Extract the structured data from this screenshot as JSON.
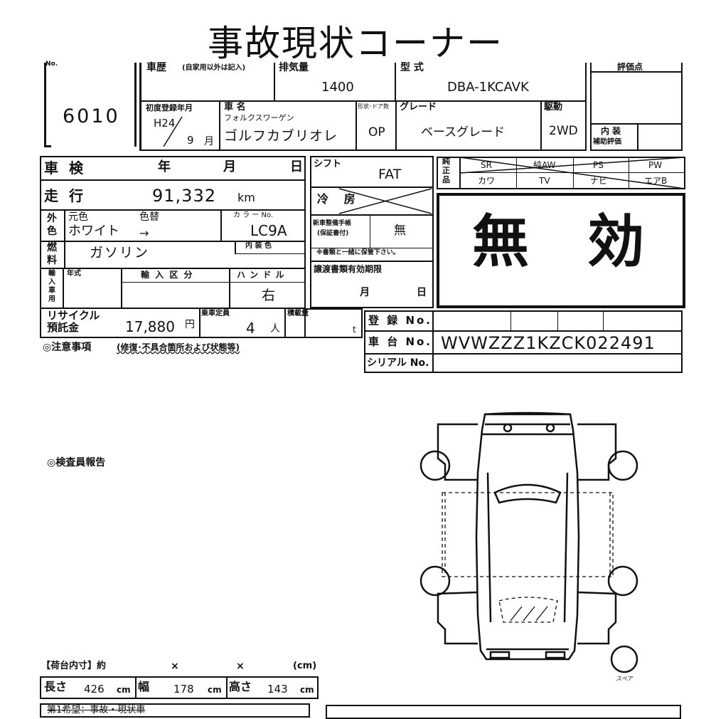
{
  "title": "事故現状コーナー",
  "lot": {
    "label": "No.",
    "number": "6010"
  },
  "history": {
    "label": "車歴",
    "note": "(自家用以外は記入)"
  },
  "displacement": {
    "label": "排気量",
    "value": "1400"
  },
  "model": {
    "label": "型 式",
    "value": "DBA-1KCAVK"
  },
  "score": {
    "label": "評価点",
    "interior_label_1": "内 装",
    "interior_label_2": "補助評価"
  },
  "first_reg": {
    "label": "初度登録年月",
    "era": "H24",
    "month": "9",
    "month_unit": "月"
  },
  "car_name": {
    "label": "車 名",
    "maker": "フォルクスワーゲン",
    "name": "ゴルフカブリオレ"
  },
  "shape": {
    "label": "形状･ドア数",
    "value": "OP"
  },
  "grade": {
    "label": "グレード",
    "value": "ベースグレード"
  },
  "drive": {
    "label": "駆動",
    "value": "2WD"
  },
  "inspection": {
    "label": "車 検",
    "year": "年",
    "month": "月",
    "day": "日"
  },
  "shift": {
    "label": "シフト",
    "value": "FAT"
  },
  "options": {
    "label_1": "純",
    "label_2": "正",
    "label_3": "品",
    "row1": [
      "SR",
      "純AW",
      "PS",
      "PW"
    ],
    "row2": [
      "カワ",
      "TV",
      "ナビ",
      "エアB"
    ]
  },
  "mileage": {
    "label": "走 行",
    "value": "91,332",
    "unit": "km"
  },
  "ac": {
    "label": "冷 房"
  },
  "invalid": {
    "text_1": "無",
    "text_2": "効"
  },
  "color": {
    "label_1": "外",
    "label_2": "色",
    "orig_label": "元色",
    "change_label": "色替",
    "value": "ホワイト",
    "arrow": "→",
    "code_label": "カ ラ ー No.",
    "code": "LC9A"
  },
  "maintenance": {
    "label_1": "新車整備手帳",
    "label_2": "(保証書付)",
    "value": "無",
    "note": "※書類と一緒に保管下さい。"
  },
  "fuel": {
    "label_1": "燃",
    "label_2": "料",
    "value": "ガソリン",
    "interior_color_label": "内 装 色"
  },
  "import": {
    "label_1": "輸",
    "label_2": "入",
    "label_3": "車",
    "label_4": "用",
    "year_label": "年式",
    "class_label": "輸 入 区 分",
    "handle_label": "ハ ン ド ル",
    "handle_value": "右"
  },
  "transfer": {
    "label": "譲渡書類有効期限",
    "month": "月",
    "day": "日"
  },
  "recycle": {
    "label_1": "リサイクル",
    "label_2": "預託金",
    "value": "17,880",
    "unit": "円"
  },
  "capacity": {
    "label": "乗車定員",
    "value": "4",
    "unit": "人"
  },
  "load": {
    "label": "積載量",
    "unit": "t"
  },
  "registration": {
    "reg_label": "登 録 No.",
    "chassis_label": "車 台 No.",
    "chassis_value": "WVWZZZ1KZCK022491",
    "serial_label": "シリアル No."
  },
  "notes": {
    "label": "◎注意事項",
    "detail": "(修復･不具合箇所および状態等)"
  },
  "inspector": {
    "label": "◎検査員報告"
  },
  "spare": {
    "label": "スペア"
  },
  "cargo": {
    "label": "【荷台内寸】約",
    "x1": "×",
    "x2": "×",
    "unit_cm": "(cm)"
  },
  "dims": {
    "length_label": "長さ",
    "length": "426",
    "width_label": "幅",
    "width": "178",
    "height_label": "高さ",
    "height": "143",
    "unit": "cm"
  },
  "bottom": {
    "hope_label": "第1希望：事故・現状車"
  }
}
